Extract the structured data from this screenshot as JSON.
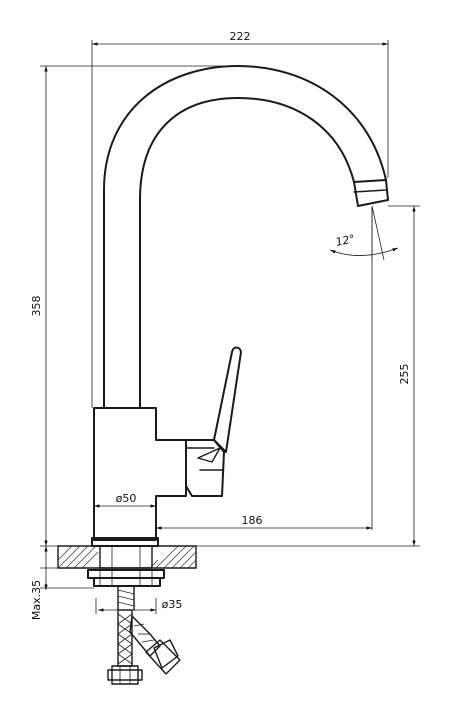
{
  "dimensions": {
    "width_top": "222",
    "height_total": "358",
    "spout_height": "255",
    "spout_reach": "186",
    "base_diameter": "ø50",
    "hole_diameter": "ø35",
    "spout_angle": "12°",
    "max_thickness": "Max.35"
  },
  "colors": {
    "line": "#1a1a1a",
    "background": "#ffffff"
  }
}
